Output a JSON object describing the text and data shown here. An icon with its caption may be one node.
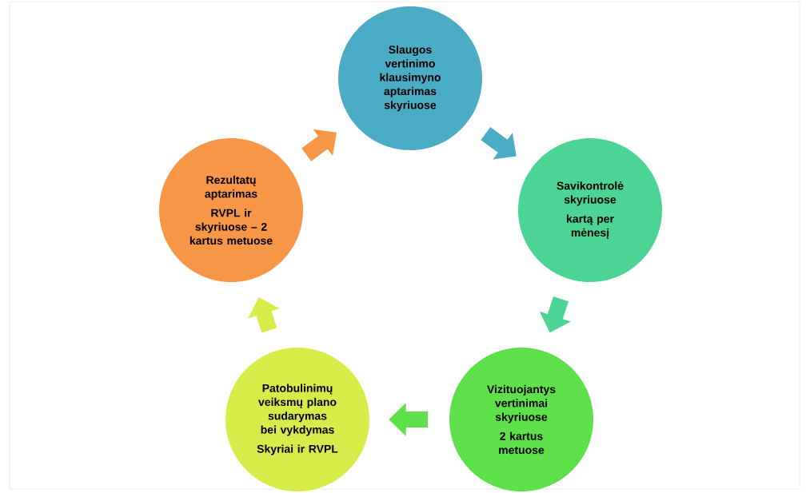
{
  "diagram": {
    "nodes": [
      {
        "text": [
          "Slaugos vertinimo klausimyno aptarimas skyriuose"
        ]
      },
      {
        "text": [
          "Savikontrolė skyriuose",
          "kartą per mėnesį"
        ]
      },
      {
        "text": [
          "Vizituojantys vertinimai skyriuose",
          "2 kartus metuose"
        ]
      },
      {
        "text": [
          "Patobulinimų veiksmų plano sudarymas bei vykdymas",
          "Skyriai ir RVPL"
        ]
      },
      {
        "text": [
          "Rezultatų aptarimas",
          "RVPL ir skyriuose – 2 kartus metuose"
        ]
      }
    ],
    "edges": [
      {
        "from": 0,
        "to": 1,
        "arrow": "to",
        "color": "#4bacc6"
      },
      {
        "from": 1,
        "to": 2,
        "arrow": "to",
        "color": "#4cd494"
      },
      {
        "from": 2,
        "to": 3,
        "arrow": "to",
        "color": "#5ee04a"
      },
      {
        "from": 3,
        "to": 4,
        "arrow": "to",
        "color": "#d7ec48"
      },
      {
        "from": 4,
        "to": 0,
        "arrow": "to",
        "color": "#f79646"
      }
    ]
  }
}
